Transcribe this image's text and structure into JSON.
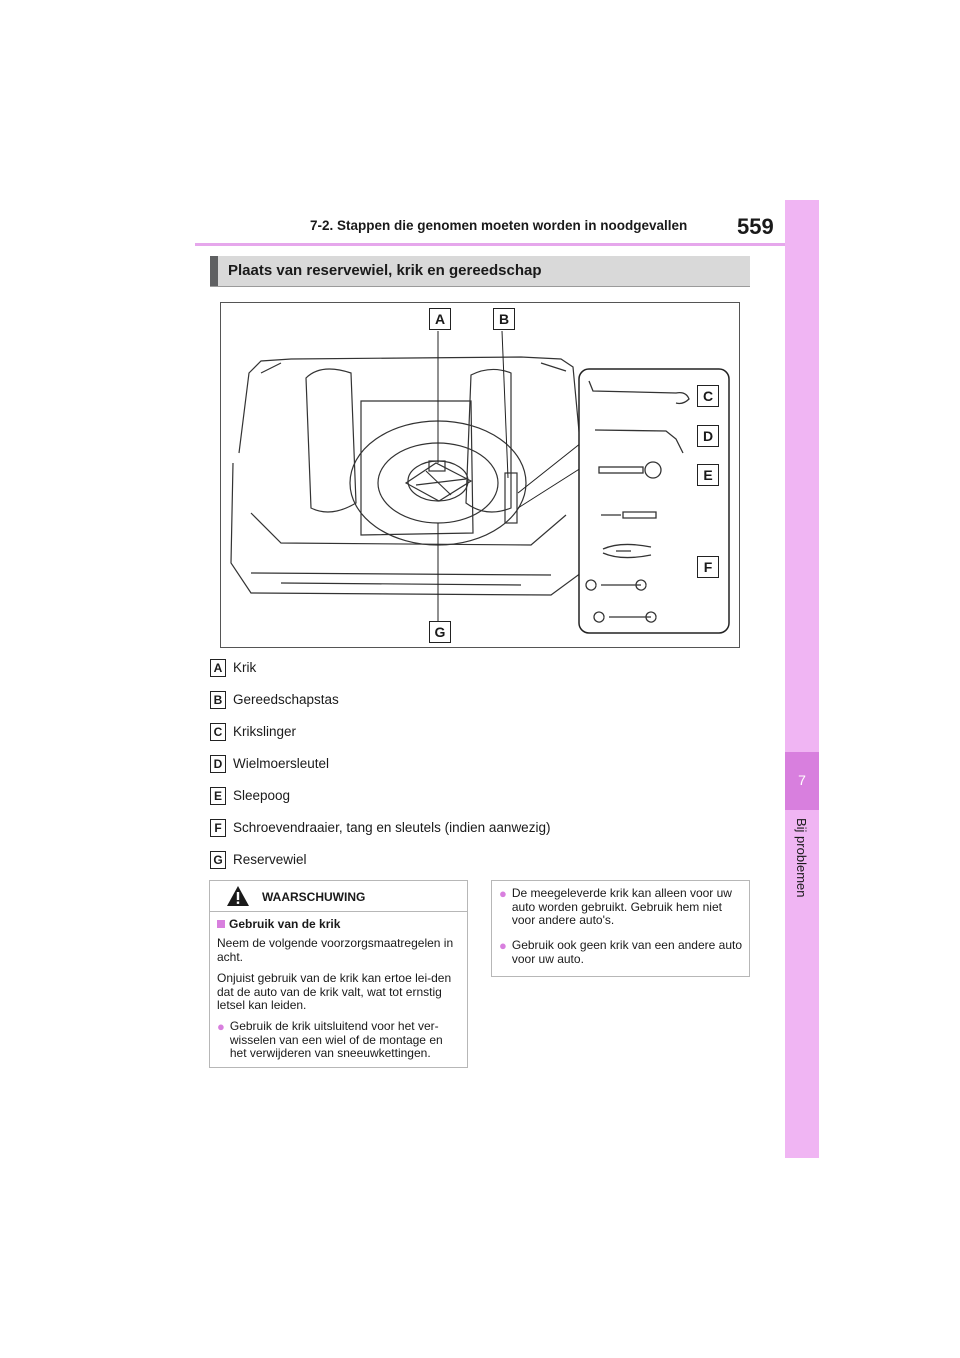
{
  "header": {
    "title": "7-2. Stappen die genomen moeten worden in noodgevallen",
    "page_number": "559"
  },
  "side_tab": {
    "chapter_number": "7",
    "chapter_label": "Bij problemen"
  },
  "section": {
    "heading": "Plaats van reservewiel, krik en gereedschap"
  },
  "illustration": {
    "callouts": [
      "A",
      "B",
      "C",
      "D",
      "E",
      "F",
      "G"
    ]
  },
  "legend": [
    {
      "letter": "A",
      "label": "Krik"
    },
    {
      "letter": "B",
      "label": "Gereedschapstas"
    },
    {
      "letter": "C",
      "label": "Krikslinger"
    },
    {
      "letter": "D",
      "label": "Wielmoersleutel"
    },
    {
      "letter": "E",
      "label": "Sleepoog"
    },
    {
      "letter": "F",
      "label": "Schroevendraaier, tang en sleutels (indien aanwezig)"
    },
    {
      "letter": "G",
      "label": "Reservewiel"
    }
  ],
  "warning": {
    "title": "WAARSCHUWING",
    "subheading": "Gebruik van de krik",
    "intro": "Neem de volgende voorzorgsmaatregelen in acht.",
    "para": "Onjuist gebruik van de krik kan ertoe lei-den dat de auto van de krik valt, wat tot ernstig letsel kan leiden.",
    "bullets": [
      "Gebruik de krik uitsluitend voor het ver-wisselen van een wiel of de montage en het verwijderen van sneeuwkettingen.",
      "De meegeleverde krik kan alleen voor uw auto worden gebruikt. Gebruik hem niet voor andere auto's.",
      "Gebruik ook geen krik van een andere auto voor uw auto."
    ]
  },
  "colors": {
    "accent": "#d87fde",
    "tab": "#f0b5f3",
    "heading_bg": "#d9d9d9",
    "heading_bar": "#5f6062"
  }
}
